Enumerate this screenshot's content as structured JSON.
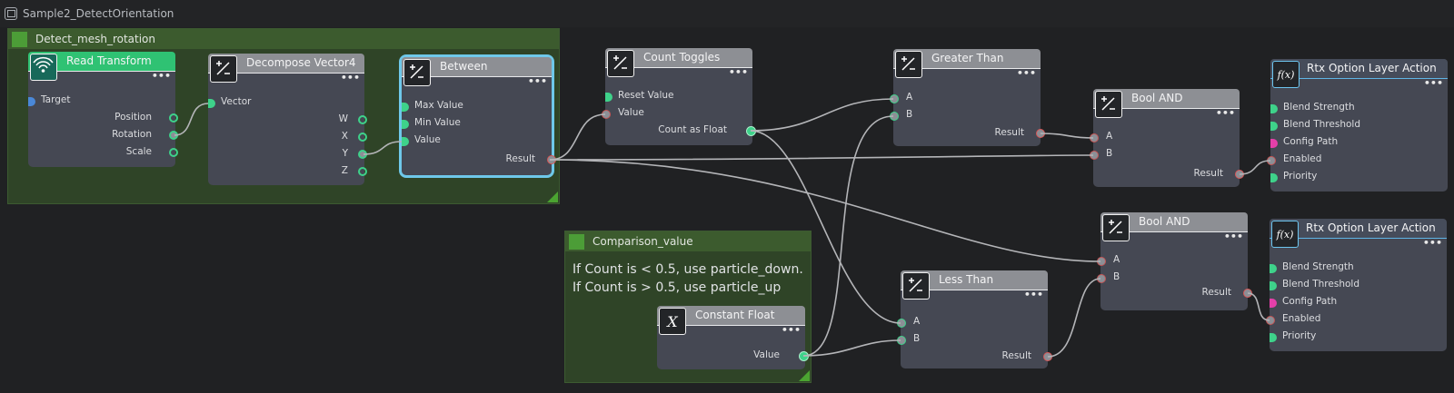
{
  "tab": {
    "title": "Sample2_DetectOrientation"
  },
  "backdrops": {
    "detect": {
      "title": "Detect_mesh_rotation"
    },
    "comparison": {
      "title": "Comparison_value",
      "line1": "If Count is < 0.5, use particle_down.",
      "line2": "If Count is > 0.5, use particle_up"
    }
  },
  "nodes": {
    "read_transform": {
      "title": "Read Transform",
      "target": "Target",
      "position": "Position",
      "rotation": "Rotation",
      "scale": "Scale"
    },
    "decompose": {
      "title": "Decompose Vector4",
      "vector": "Vector",
      "w": "W",
      "x": "X",
      "y": "Y",
      "z": "Z"
    },
    "between": {
      "title": "Between",
      "max": "Max Value",
      "min": "Min Value",
      "value": "Value",
      "result": "Result"
    },
    "count_toggles": {
      "title": "Count Toggles",
      "reset": "Reset Value",
      "value": "Value",
      "count": "Count as Float"
    },
    "constant_float": {
      "title": "Constant Float",
      "icon": "X",
      "value": "Value"
    },
    "greater_than": {
      "title": "Greater Than",
      "a": "A",
      "b": "B",
      "result": "Result"
    },
    "less_than": {
      "title": "Less Than",
      "a": "A",
      "b": "B",
      "result": "Result"
    },
    "bool_and_1": {
      "title": "Bool AND",
      "a": "A",
      "b": "B",
      "result": "Result"
    },
    "bool_and_2": {
      "title": "Bool AND",
      "a": "A",
      "b": "B",
      "result": "Result"
    },
    "rtx_1": {
      "title": "Rtx Option Layer Action",
      "icon": "f(x)",
      "blend_strength": "Blend Strength",
      "blend_threshold": "Blend Threshold",
      "config_path": "Config Path",
      "enabled": "Enabled",
      "priority": "Priority"
    },
    "rtx_2": {
      "title": "Rtx Option Layer Action",
      "icon": "f(x)",
      "blend_strength": "Blend Strength",
      "blend_threshold": "Blend Threshold",
      "config_path": "Config Path",
      "enabled": "Enabled",
      "priority": "Priority"
    }
  },
  "menu_dots": "•••",
  "colors": {
    "background": "#202123",
    "backdrop": "#2f4427",
    "node": "#454853",
    "selection": "#6ec8ea",
    "wire": "#b4b5b8",
    "pin_green": "#3ed28a",
    "pin_red": "#d95858",
    "pin_pink": "#e43fa9"
  }
}
